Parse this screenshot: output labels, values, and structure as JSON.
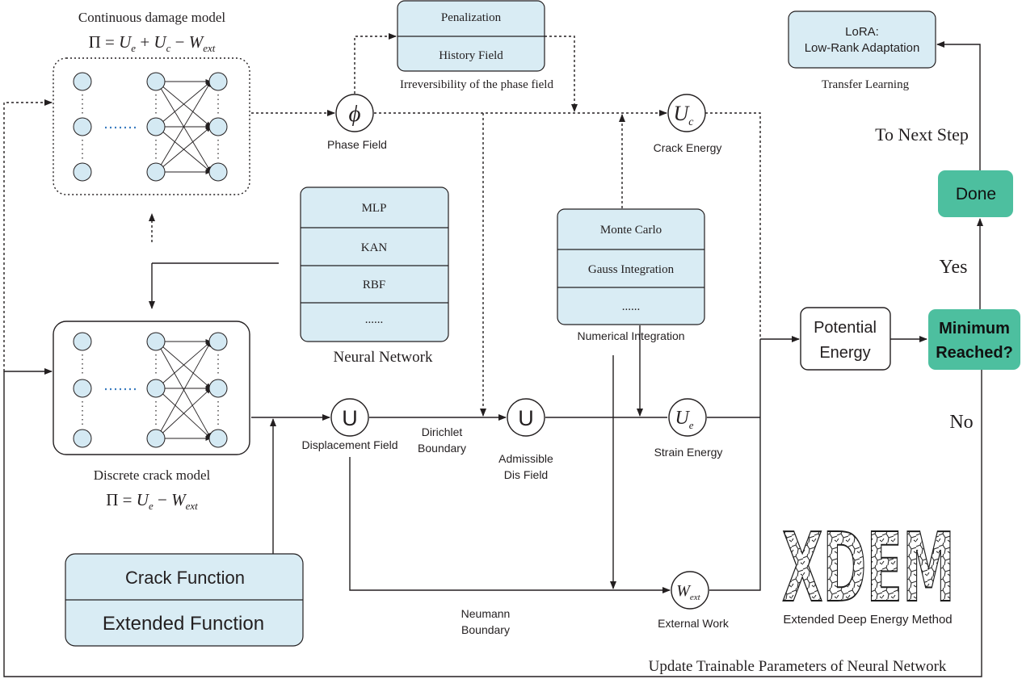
{
  "continuous_model": {
    "title": "Continuous damage model",
    "formula": "Π = U_e + U_c − W_ext"
  },
  "discrete_model": {
    "title": "Discrete crack model",
    "formula": "Π = U_e − W_ext"
  },
  "irreversibility": {
    "items": [
      "Penalization",
      "History Field"
    ],
    "caption": "Irreversibility of the phase field"
  },
  "lora": {
    "line1": "LoRA:",
    "line2": "Low-Rank Adaptation",
    "caption": "Transfer Learning"
  },
  "neural_network": {
    "items": [
      "MLP",
      "KAN",
      "RBF",
      "......"
    ],
    "caption": "Neural Network"
  },
  "numerical_integration": {
    "items": [
      "Monte Carlo",
      "Gauss Integration",
      "......"
    ],
    "caption": "Numerical Integration"
  },
  "phase_field": {
    "symbol": "ϕ",
    "label": "Phase Field"
  },
  "crack_energy": {
    "symbol": "U",
    "sub": "c",
    "label": "Crack Energy"
  },
  "strain_energy": {
    "symbol": "U",
    "sub": "e",
    "label": "Strain Energy"
  },
  "external_work": {
    "symbol": "W",
    "sub": "ext",
    "label": "External Work"
  },
  "displacement": {
    "symbol": "U",
    "label": "Displacement Field"
  },
  "admissible": {
    "symbol": "U",
    "line1": "Admissible",
    "line2": "Dis Field"
  },
  "dirichlet": {
    "line1": "Dirichlet",
    "line2": "Boundary"
  },
  "neumann": {
    "line1": "Neumann",
    "line2": "Boundary"
  },
  "potential_energy": {
    "line1": "Potential",
    "line2": "Energy"
  },
  "minimum": {
    "line1": "Minimum",
    "line2": "Reached?"
  },
  "done": {
    "label": "Done"
  },
  "flow": {
    "to_next": "To Next Step",
    "yes": "Yes",
    "no": "No",
    "update": "Update Trainable Parameters of Neural Network"
  },
  "functions": {
    "crack": "Crack Function",
    "extended": "Extended Function"
  },
  "logo": {
    "text": "XDEM",
    "caption": "Extended Deep Energy Method"
  },
  "colors": {
    "box_fill": "#d9ecf4",
    "node_fill": "#d4e9f3",
    "green": "#4dbf9f",
    "line": "#231f20"
  }
}
